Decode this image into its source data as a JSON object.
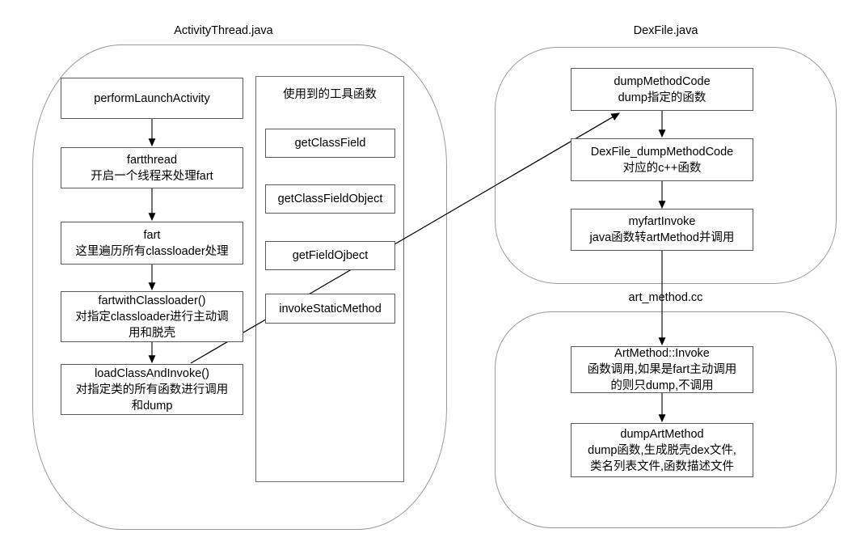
{
  "diagram": {
    "title_activitythread": "ActivityThread.java",
    "title_dexfile": "DexFile.java",
    "title_artmethod": "art_method.cc",
    "tools_heading": "使用到的工具函数"
  },
  "activitythread": {
    "nodes": [
      {
        "id": "performLaunchActivity",
        "line1": "performLaunchActivity",
        "line2": "",
        "line3": ""
      },
      {
        "id": "fartthread",
        "line1": "fartthread",
        "line2": "开启一个线程来处理fart",
        "line3": ""
      },
      {
        "id": "fart",
        "line1": "fart",
        "line2": "这里遍历所有classloader处理",
        "line3": ""
      },
      {
        "id": "fartwithClassloader",
        "line1": "fartwithClassloader()",
        "line2": "对指定classloader进行主动调",
        "line3": "用和脱壳"
      },
      {
        "id": "loadClassAndInvoke",
        "line1": "loadClassAndInvoke()",
        "line2": "对指定类的所有函数进行调用",
        "line3": "和dump"
      }
    ],
    "tools": [
      {
        "id": "getClassField",
        "label": "getClassField"
      },
      {
        "id": "getClassFieldObject",
        "label": "getClassFieldObject"
      },
      {
        "id": "getFieldOjbect",
        "label": "getFieldOjbect"
      },
      {
        "id": "invokeStaticMethod",
        "label": "invokeStaticMethod"
      }
    ]
  },
  "dexfile": {
    "nodes": [
      {
        "id": "dumpMethodCode",
        "line1": "dumpMethodCode",
        "line2": "dump指定的函数",
        "line3": ""
      },
      {
        "id": "DexFile_dumpMethodCode",
        "line1": "DexFile_dumpMethodCode",
        "line2": "对应的c++函数",
        "line3": ""
      },
      {
        "id": "myfartInvoke",
        "line1": "myfartInvoke",
        "line2": "java函数转artMethod并调用",
        "line3": ""
      }
    ]
  },
  "artmethod": {
    "nodes": [
      {
        "id": "ArtMethodInvoke",
        "line1": "ArtMethod::Invoke",
        "line2": "函数调用,如果是fart主动调用",
        "line3": "的则只dump,不调用"
      },
      {
        "id": "dumpArtMethod",
        "line1": "dumpArtMethod",
        "line2": "dump函数,生成脱壳dex文件,",
        "line3": "类名列表文件,函数描述文件"
      }
    ]
  },
  "colors": {
    "container_stroke": "#9a9a9a",
    "node_stroke": "#5a5a5a",
    "edge_stroke": "#000000",
    "text": "#000000",
    "background": "#ffffff"
  }
}
